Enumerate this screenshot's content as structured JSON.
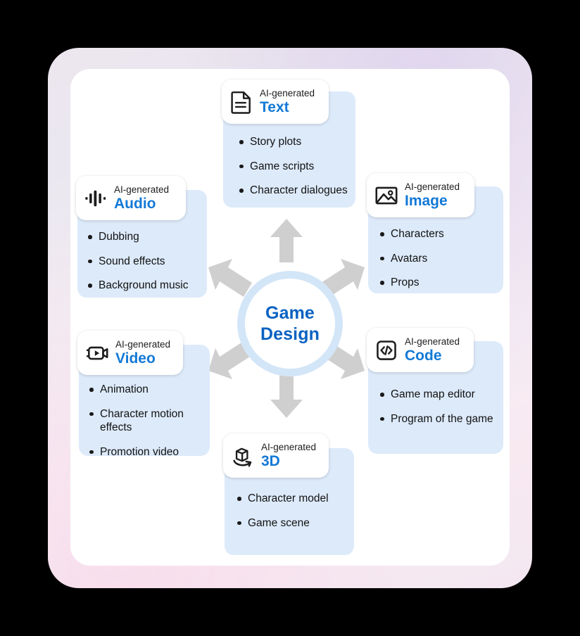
{
  "diagram": {
    "center": {
      "line1": "Game",
      "line2": "Design"
    },
    "prefix": "AI-generated",
    "colors": {
      "accent_blue": "#1379d6",
      "center_blue": "#0a62c2",
      "panel_blue": "#ddeafa",
      "ring_blue": "#d3e6f8",
      "arrow_gray": "#cfcfcf",
      "frame_lavender": "#ece6ee",
      "card_white": "#ffffff"
    },
    "modules": [
      {
        "id": "text",
        "icon": "document-icon",
        "prefix": "AI-generated",
        "name": "Text",
        "items": [
          "Story plots",
          "Game scripts",
          "Character dialogues"
        ]
      },
      {
        "id": "audio",
        "icon": "waveform-icon",
        "prefix": "AI-generated",
        "name": "Audio",
        "items": [
          "Dubbing",
          "Sound effects",
          "Background music"
        ]
      },
      {
        "id": "image",
        "icon": "picture-icon",
        "prefix": "AI-generated",
        "name": "Image",
        "items": [
          "Characters",
          "Avatars",
          "Props"
        ]
      },
      {
        "id": "video",
        "icon": "video-camera-icon",
        "prefix": "AI-generated",
        "name": "Video",
        "items": [
          "Animation",
          "Character motion effects",
          "Promotion video"
        ]
      },
      {
        "id": "code",
        "icon": "code-brackets-icon",
        "prefix": "AI-generated",
        "name": "Code",
        "items": [
          "Game map editor",
          "Program of the game"
        ]
      },
      {
        "id": "threed",
        "icon": "cube-rotate-icon",
        "prefix": "AI-generated",
        "name": "3D",
        "items": [
          "Character model",
          "Game scene"
        ]
      }
    ],
    "arrows": [
      {
        "id": "arrow-up",
        "direction": "up"
      },
      {
        "id": "arrow-down",
        "direction": "down"
      },
      {
        "id": "arrow-upper-left",
        "direction": "upper-left"
      },
      {
        "id": "arrow-upper-right",
        "direction": "upper-right"
      },
      {
        "id": "arrow-lower-left",
        "direction": "lower-left"
      },
      {
        "id": "arrow-lower-right",
        "direction": "lower-right"
      }
    ]
  }
}
